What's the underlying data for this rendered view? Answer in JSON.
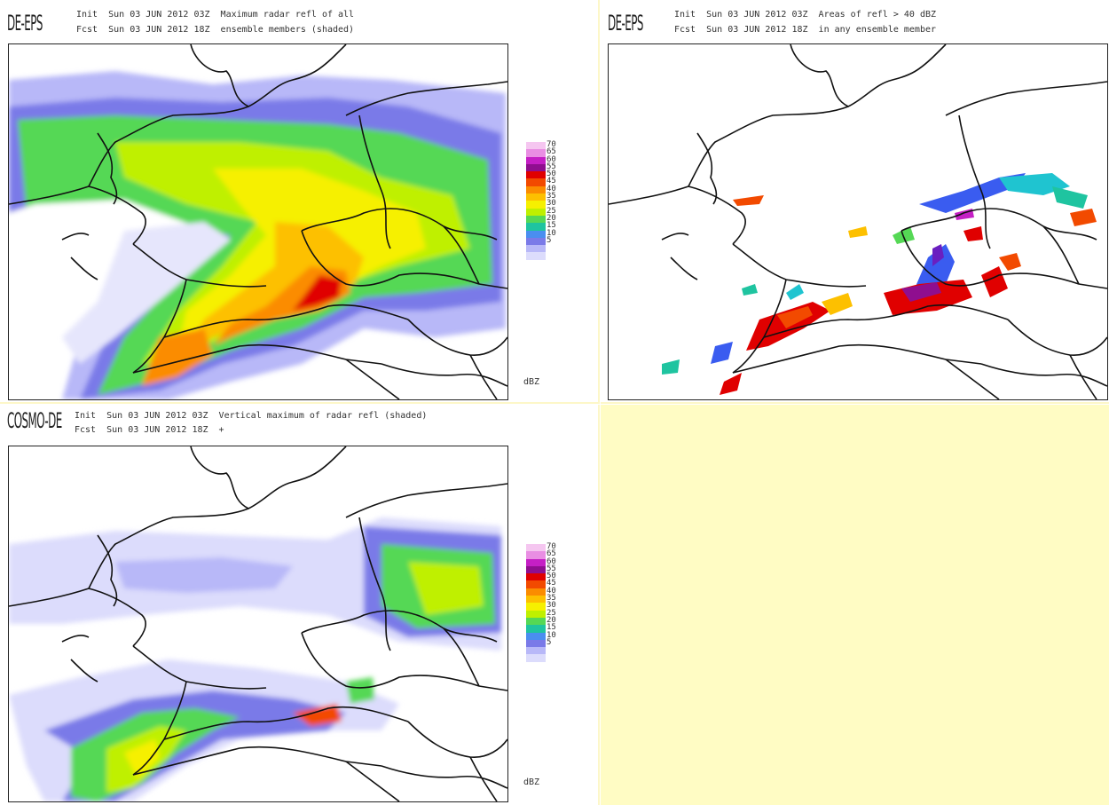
{
  "panels": [
    {
      "model": "DE-EPS",
      "init_line": "Init  Sun 03 JUN 2012 03Z  Maximum radar refl of all",
      "fcst_line": "Fcst  Sun 03 JUN 2012 18Z  ensemble members (shaded)",
      "unit": "dBZ",
      "legend_levels": [
        "70",
        "65",
        "60",
        "55",
        "50",
        "45",
        "40",
        "35",
        "30",
        "25",
        "20",
        "15",
        "10",
        "5"
      ]
    },
    {
      "model": "DE-EPS",
      "init_line": "Init  Sun 03 JUN 2012 03Z  Areas of refl > 40 dBZ",
      "fcst_line": "Fcst  Sun 03 JUN 2012 18Z  in any ensemble member"
    },
    {
      "model": "COSMO-DE",
      "init_line": "Init  Sun 03 JUN 2012 03Z  Vertical maximum of radar refl (shaded)",
      "fcst_line": "Fcst  Sun 03 JUN 2012 18Z  +",
      "unit": "dBZ",
      "legend_levels": [
        "70",
        "65",
        "60",
        "55",
        "50",
        "45",
        "40",
        "35",
        "30",
        "25",
        "20",
        "15",
        "10",
        "5"
      ]
    }
  ],
  "legend_colors": [
    "#f5c6f0",
    "#e98ee3",
    "#c51fc5",
    "#8f0e8f",
    "#e00000",
    "#f24a00",
    "#fb8c00",
    "#fdc000",
    "#f6f000",
    "#bff000",
    "#55d855",
    "#1fc4a0",
    "#4a8ef0",
    "#7a7ae8",
    "#b8b8f8",
    "#dcdcfc"
  ]
}
